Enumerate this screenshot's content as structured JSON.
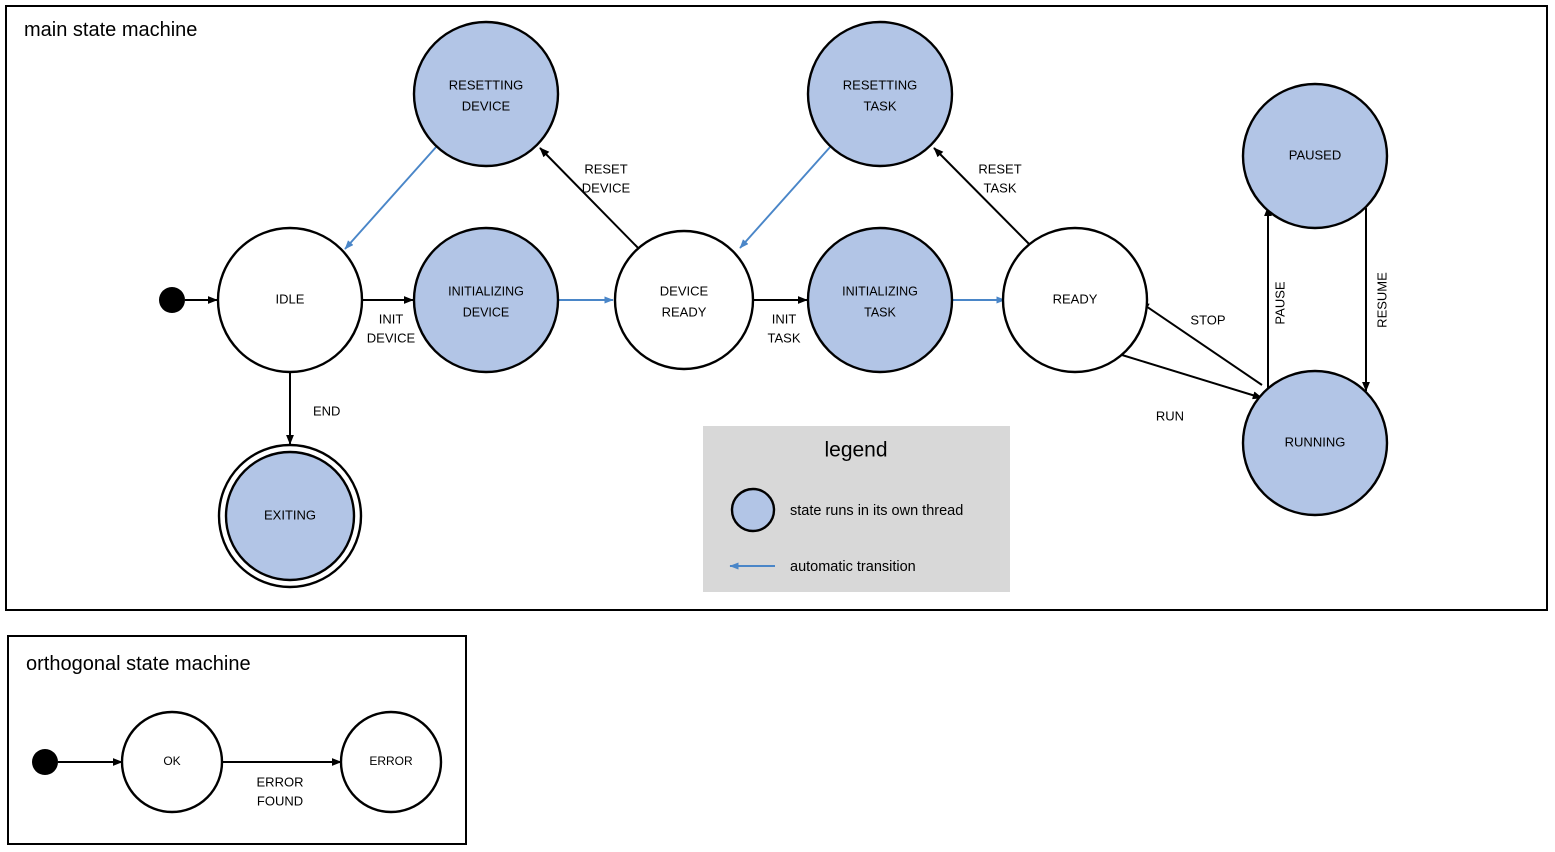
{
  "colors": {
    "threaded_state_fill": "#b2c5e6",
    "plain_state_fill": "#ffffff",
    "state_stroke": "#000000",
    "automatic_transition": "#4a86c8",
    "legend_background": "#d8d8d8",
    "page_background": "#ffffff"
  },
  "main": {
    "title": "main state machine",
    "states": [
      {
        "id": "idle",
        "label": "IDLE",
        "threaded": false,
        "final": false
      },
      {
        "id": "resetting-device",
        "label": "RESETTING\nDEVICE",
        "threaded": true,
        "final": false
      },
      {
        "id": "initializing-device",
        "label": "INITIALIZING\nDEVICE",
        "threaded": true,
        "final": false
      },
      {
        "id": "device-ready",
        "label": "DEVICE\nREADY",
        "threaded": false,
        "final": false
      },
      {
        "id": "resetting-task",
        "label": "RESETTING\nTASK",
        "threaded": true,
        "final": false
      },
      {
        "id": "initializing-task",
        "label": "INITIALIZING\nTASK",
        "threaded": true,
        "final": false
      },
      {
        "id": "ready",
        "label": "READY",
        "threaded": false,
        "final": false
      },
      {
        "id": "paused",
        "label": "PAUSED",
        "threaded": true,
        "final": false
      },
      {
        "id": "running",
        "label": "RUNNING",
        "threaded": true,
        "final": false
      },
      {
        "id": "exiting",
        "label": "EXITING",
        "threaded": true,
        "final": true
      }
    ],
    "state_labels": {
      "idle": "IDLE",
      "resetting_device_1": "RESETTING",
      "resetting_device_2": "DEVICE",
      "initializing_device_1": "INITIALIZING",
      "initializing_device_2": "DEVICE",
      "device_ready_1": "DEVICE",
      "device_ready_2": "READY",
      "resetting_task_1": "RESETTING",
      "resetting_task_2": "TASK",
      "initializing_task_1": "INITIALIZING",
      "initializing_task_2": "TASK",
      "ready": "READY",
      "paused": "PAUSED",
      "running": "RUNNING",
      "exiting": "EXITING"
    },
    "transitions": [
      {
        "id": "start-idle",
        "from": "start",
        "to": "idle",
        "label": "",
        "automatic": false
      },
      {
        "id": "idle-init-device",
        "from": "idle",
        "to": "initializing-device",
        "label": "INIT\nDEVICE",
        "automatic": false
      },
      {
        "id": "idle-exiting",
        "from": "idle",
        "to": "exiting",
        "label": "END",
        "automatic": false
      },
      {
        "id": "initdev-devready",
        "from": "initializing-device",
        "to": "device-ready",
        "label": "",
        "automatic": true
      },
      {
        "id": "devready-resetdev",
        "from": "device-ready",
        "to": "resetting-device",
        "label": "RESET\nDEVICE",
        "automatic": false
      },
      {
        "id": "resetdev-idle",
        "from": "resetting-device",
        "to": "idle",
        "label": "",
        "automatic": true
      },
      {
        "id": "devready-inittask",
        "from": "device-ready",
        "to": "initializing-task",
        "label": "INIT\nTASK",
        "automatic": false
      },
      {
        "id": "inittask-ready",
        "from": "initializing-task",
        "to": "ready",
        "label": "",
        "automatic": true
      },
      {
        "id": "ready-resettask",
        "from": "ready",
        "to": "resetting-task",
        "label": "RESET\nTASK",
        "automatic": false
      },
      {
        "id": "resettask-devready",
        "from": "resetting-task",
        "to": "device-ready",
        "label": "",
        "automatic": true
      },
      {
        "id": "ready-running",
        "from": "ready",
        "to": "running",
        "label": "RUN",
        "automatic": false
      },
      {
        "id": "running-ready",
        "from": "running",
        "to": "ready",
        "label": "STOP",
        "automatic": false
      },
      {
        "id": "running-paused",
        "from": "running",
        "to": "paused",
        "label": "PAUSE",
        "automatic": false
      },
      {
        "id": "paused-running",
        "from": "paused",
        "to": "running",
        "label": "RESUME",
        "automatic": false
      }
    ],
    "edge_labels": {
      "init_device_1": "INIT",
      "init_device_2": "DEVICE",
      "end": "END",
      "reset_device_1": "RESET",
      "reset_device_2": "DEVICE",
      "init_task_1": "INIT",
      "init_task_2": "TASK",
      "reset_task_1": "RESET",
      "reset_task_2": "TASK",
      "run": "RUN",
      "stop": "STOP",
      "pause": "PAUSE",
      "resume": "RESUME"
    }
  },
  "legend": {
    "title": "legend",
    "items": [
      {
        "id": "threaded-state",
        "symbol": "filled-blue-circle",
        "text": "state runs in its own thread"
      },
      {
        "id": "auto-transition",
        "symbol": "blue-left-arrow",
        "text": "automatic transition"
      }
    ],
    "item_text_1": "state runs in its own thread",
    "item_text_2": "automatic transition"
  },
  "orthogonal": {
    "title": "orthogonal state machine",
    "states": [
      {
        "id": "ok",
        "label": "OK",
        "threaded": false
      },
      {
        "id": "error",
        "label": "ERROR",
        "threaded": false
      }
    ],
    "state_labels": {
      "ok": "OK",
      "error": "ERROR"
    },
    "transitions": [
      {
        "id": "start-ok",
        "from": "start",
        "to": "ok",
        "label": ""
      },
      {
        "id": "ok-error",
        "from": "ok",
        "to": "error",
        "label": "ERROR\nFOUND"
      }
    ],
    "edge_labels": {
      "error_found_1": "ERROR",
      "error_found_2": "FOUND"
    }
  }
}
